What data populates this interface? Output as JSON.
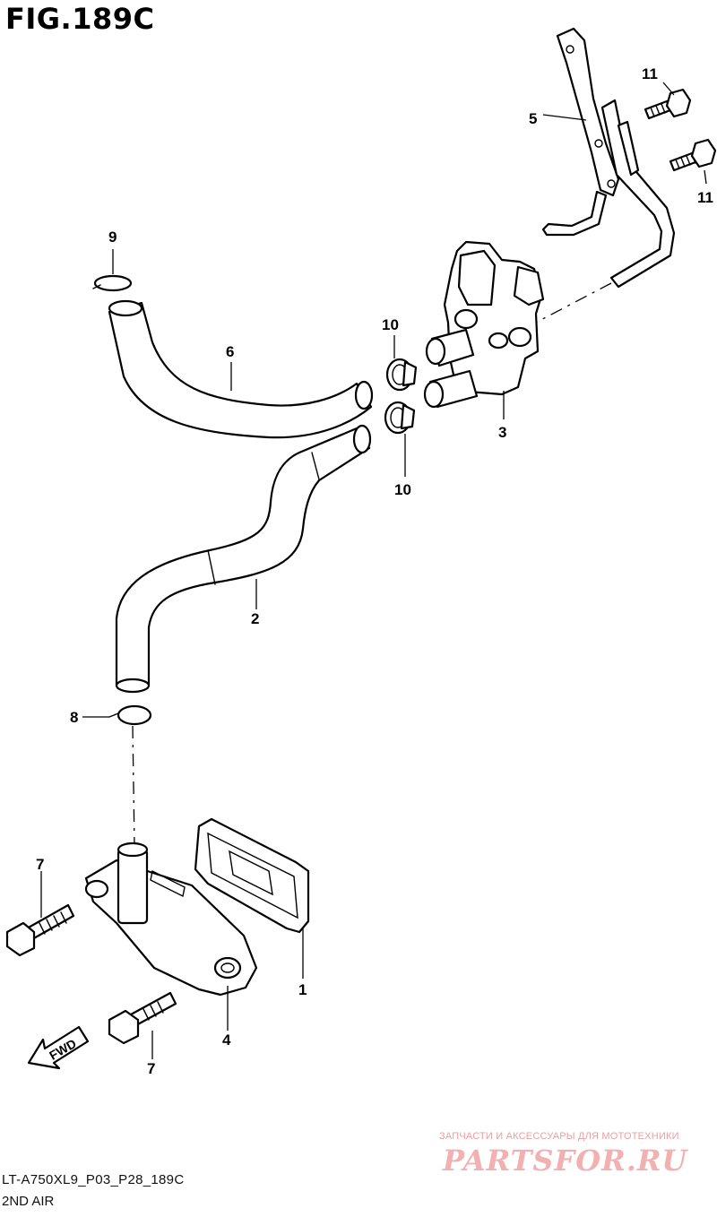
{
  "figure": {
    "title": "FIG.189C",
    "code": "LT-A750XL9_P03_P28_189C",
    "subtitle": "2ND AIR"
  },
  "callouts": {
    "c1": "1",
    "c2": "2",
    "c3": "3",
    "c4": "4",
    "c5": "5",
    "c6": "6",
    "c7a": "7",
    "c7b": "7",
    "c8": "8",
    "c9": "9",
    "c10a": "10",
    "c10b": "10",
    "c11a": "11",
    "c11b": "11"
  },
  "fwd_label": "FWD",
  "watermark": {
    "tagline": "ЗАПЧАСТИ И АКСЕССУАРЫ ДЛЯ МОТОТЕХНИКИ",
    "logo": "PARTSFOR.RU"
  }
}
